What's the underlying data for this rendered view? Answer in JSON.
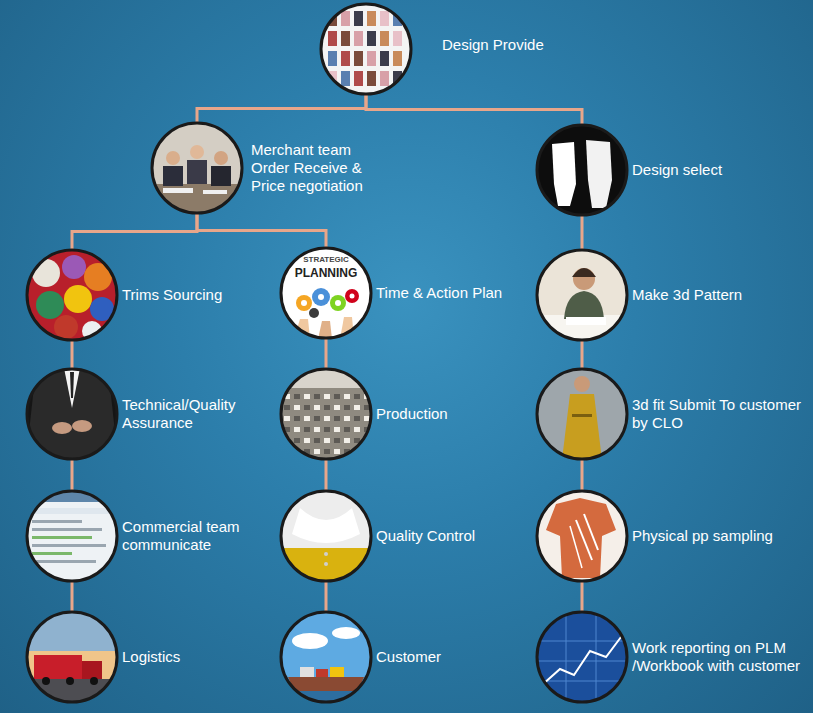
{
  "diagram": {
    "nodes": [
      {
        "text": [
          "Design Provide"
        ]
      },
      {
        "text": [
          "Merchant team Order Receive & Price negotiation"
        ]
      },
      {
        "text": [
          "Design select"
        ]
      },
      {
        "text": [
          "Trims Sourcing"
        ]
      },
      {
        "text": [
          "Time & Action Plan"
        ]
      },
      {
        "text": [
          "Make 3d Pattern"
        ]
      },
      {
        "text": [
          "Technical/Quality Assurance"
        ]
      },
      {
        "text": [
          "Production"
        ]
      },
      {
        "text": [
          "3d fit Submit To customer by CLO"
        ]
      },
      {
        "text": [
          "Commercial team communicate"
        ]
      },
      {
        "text": [
          "Quality Control"
        ]
      },
      {
        "text": [
          "Physical pp sampling"
        ]
      },
      {
        "text": [
          "Logistics"
        ]
      },
      {
        "text": [
          "Customer"
        ]
      },
      {
        "text": [
          "Work reporting on PLM /Workbook with customer"
        ]
      }
    ],
    "edges": [
      {
        "from": 0,
        "to": 1,
        "arrow": "none"
      },
      {
        "from": 0,
        "to": 2,
        "arrow": "none"
      },
      {
        "from": 1,
        "to": 3,
        "arrow": "none"
      },
      {
        "from": 1,
        "to": 4,
        "arrow": "none"
      },
      {
        "from": 3,
        "to": 6,
        "arrow": "none"
      },
      {
        "from": 6,
        "to": 9,
        "arrow": "none"
      },
      {
        "from": 9,
        "to": 12,
        "arrow": "none"
      },
      {
        "from": 4,
        "to": 7,
        "arrow": "none"
      },
      {
        "from": 7,
        "to": 10,
        "arrow": "none"
      },
      {
        "from": 10,
        "to": 13,
        "arrow": "none"
      },
      {
        "from": 2,
        "to": 5,
        "arrow": "none"
      },
      {
        "from": 5,
        "to": 8,
        "arrow": "none"
      },
      {
        "from": 8,
        "to": 11,
        "arrow": "none"
      },
      {
        "from": 11,
        "to": 14,
        "arrow": "none"
      }
    ],
    "labels": [
      "STRATEGIC",
      "PLANNING"
    ]
  }
}
